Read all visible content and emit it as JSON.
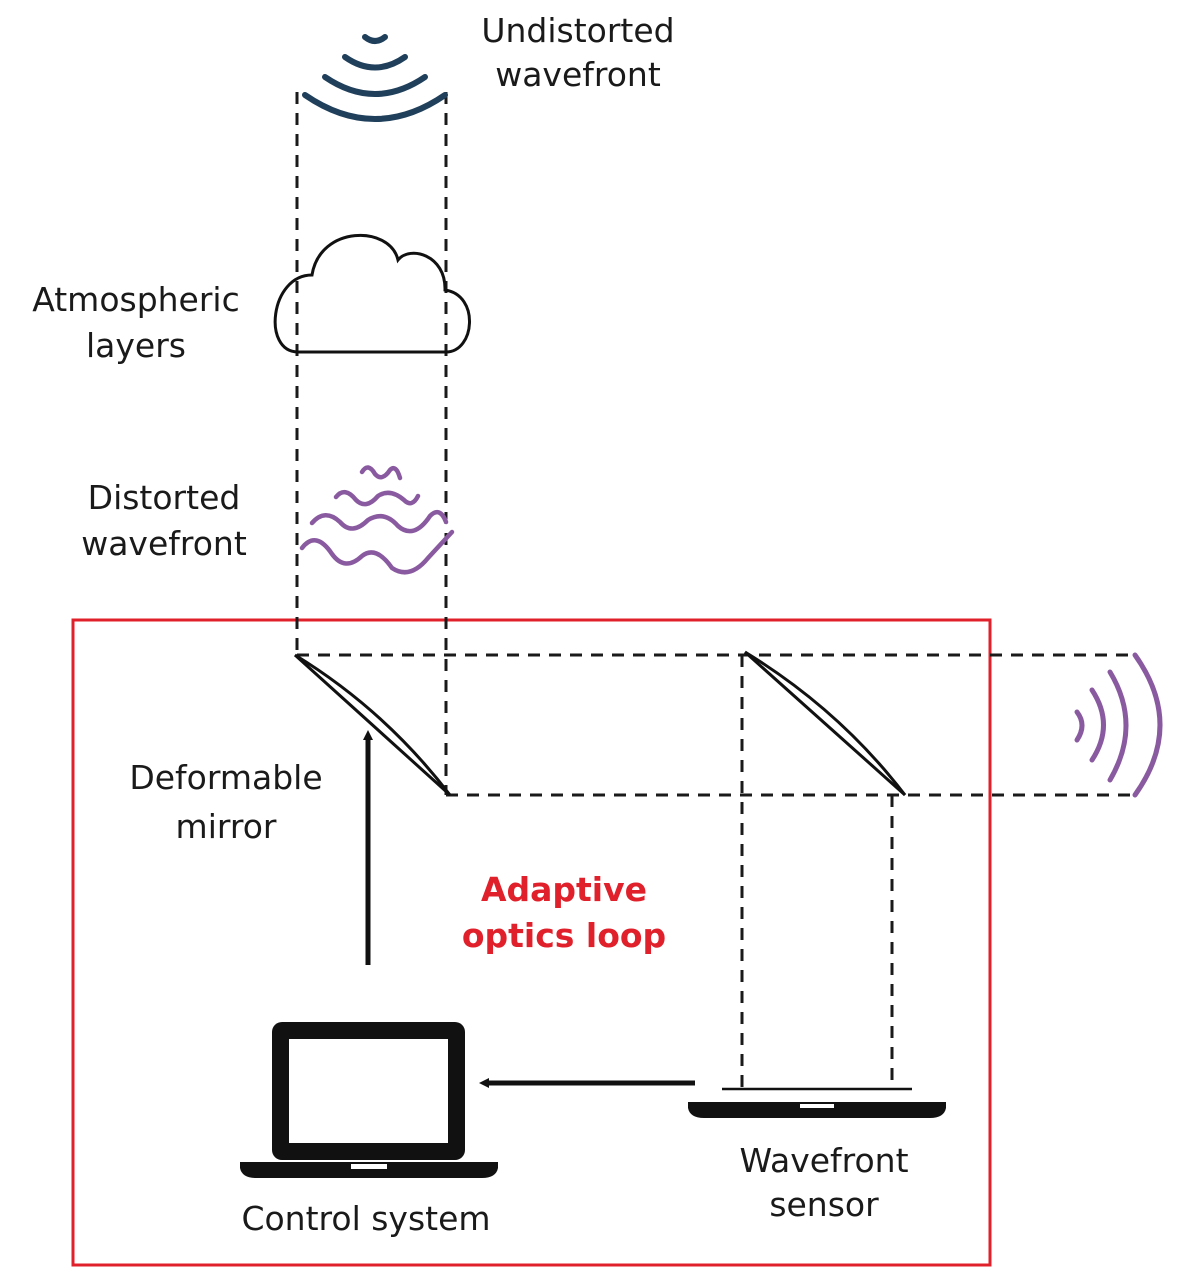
{
  "labels": {
    "undistorted_line1": "Undistorted",
    "undistorted_line2": "wavefront",
    "atmospheric_line1": "Atmospheric",
    "atmospheric_line2": "layers",
    "distorted_line1": "Distorted",
    "distorted_line2": "wavefront",
    "deformable_line1": "Deformable",
    "deformable_line2": "mirror",
    "loop_line1": "Adaptive",
    "loop_line2": "optics loop",
    "sensor_line1": "Wavefront",
    "sensor_line2": "sensor",
    "control": "Control system"
  },
  "colors": {
    "loop_red": "#e0202a",
    "undistorted_wave": "#1f3f5b",
    "distorted_purple": "#8a5aa0",
    "outgoing_purple": "#8a5aa0",
    "ink": "#111111"
  },
  "icons": {
    "undistorted": "wavefront-arcs-icon",
    "atmosphere": "cloud-icon",
    "distorted": "distorted-wavefront-icon",
    "mirror": "deformable-mirror-icon",
    "beamsplitter": "beamsplitter-icon",
    "outgoing": "outgoing-wavefront-icon",
    "sensor": "wavefront-sensor-icon",
    "computer": "laptop-icon"
  }
}
